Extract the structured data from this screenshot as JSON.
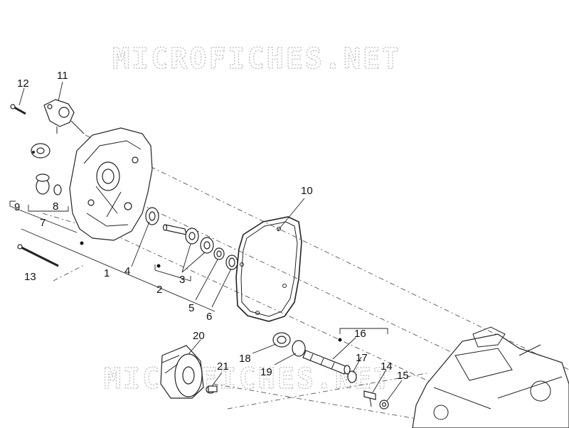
{
  "watermark": "MICROFICHES.NET",
  "callouts": {
    "c1": "1",
    "c2": "2",
    "c3": "3",
    "c4": "4",
    "c5": "5",
    "c6": "6",
    "c7": "7",
    "c8": "8",
    "c9": "9",
    "c10": "10",
    "c11": "11",
    "c12": "12",
    "c13": "13",
    "c14": "14",
    "c15": "15",
    "c16": "16",
    "c17": "17",
    "c18": "18",
    "c19": "19",
    "c20": "20",
    "c21": "21"
  }
}
